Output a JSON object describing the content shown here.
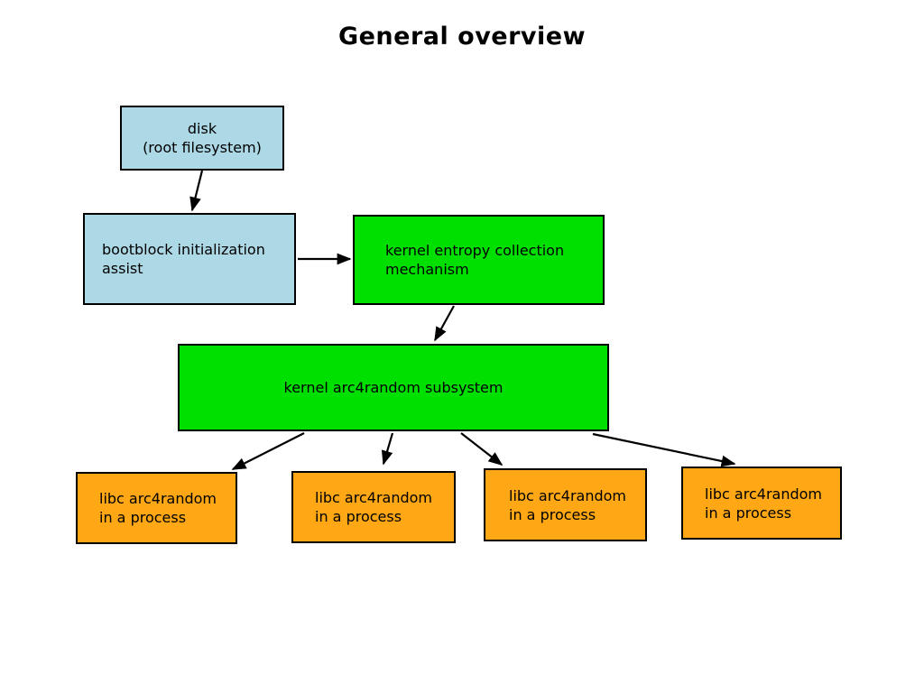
{
  "title": "General overview",
  "colors": {
    "lightblue": "#ADD8E6",
    "green": "#00E000",
    "orange": "#FFA714",
    "border": "#000000",
    "arrow": "#000000",
    "background": "#FFFFFF"
  },
  "nodes": {
    "disk": {
      "lines": [
        "disk",
        "(root filesystem)"
      ],
      "color": "lightblue"
    },
    "bootblock": {
      "lines": [
        "bootblock initialization",
        "assist"
      ],
      "color": "lightblue"
    },
    "entropy": {
      "lines": [
        "kernel entropy collection",
        "mechanism"
      ],
      "color": "green"
    },
    "subsystem": {
      "lines": [
        "kernel arc4random subsystem"
      ],
      "color": "green"
    },
    "libc1": {
      "lines": [
        "libc arc4random",
        "in a process"
      ],
      "color": "orange"
    },
    "libc2": {
      "lines": [
        "libc arc4random",
        "in a process"
      ],
      "color": "orange"
    },
    "libc3": {
      "lines": [
        "libc arc4random",
        "in a process"
      ],
      "color": "orange"
    },
    "libc4": {
      "lines": [
        "libc arc4random",
        "in a process"
      ],
      "color": "orange"
    }
  },
  "edges": [
    {
      "from": "disk",
      "to": "bootblock"
    },
    {
      "from": "bootblock",
      "to": "entropy"
    },
    {
      "from": "entropy",
      "to": "subsystem"
    },
    {
      "from": "subsystem",
      "to": "libc1"
    },
    {
      "from": "subsystem",
      "to": "libc2"
    },
    {
      "from": "subsystem",
      "to": "libc3"
    },
    {
      "from": "subsystem",
      "to": "libc4"
    }
  ]
}
